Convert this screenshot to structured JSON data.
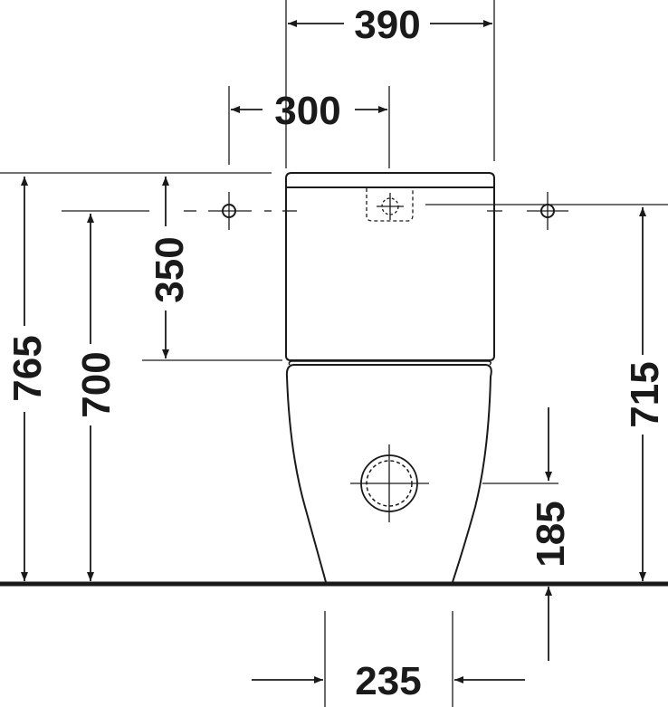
{
  "colors": {
    "line": "#1a1a1a",
    "background": "#ffffff"
  },
  "dimensions": {
    "width_tank": "390",
    "width_holes": "300",
    "height_holes": "350",
    "height_total": "765",
    "height_tank_top": "700",
    "height_right": "715",
    "height_outlet": "185",
    "width_base": "235"
  }
}
